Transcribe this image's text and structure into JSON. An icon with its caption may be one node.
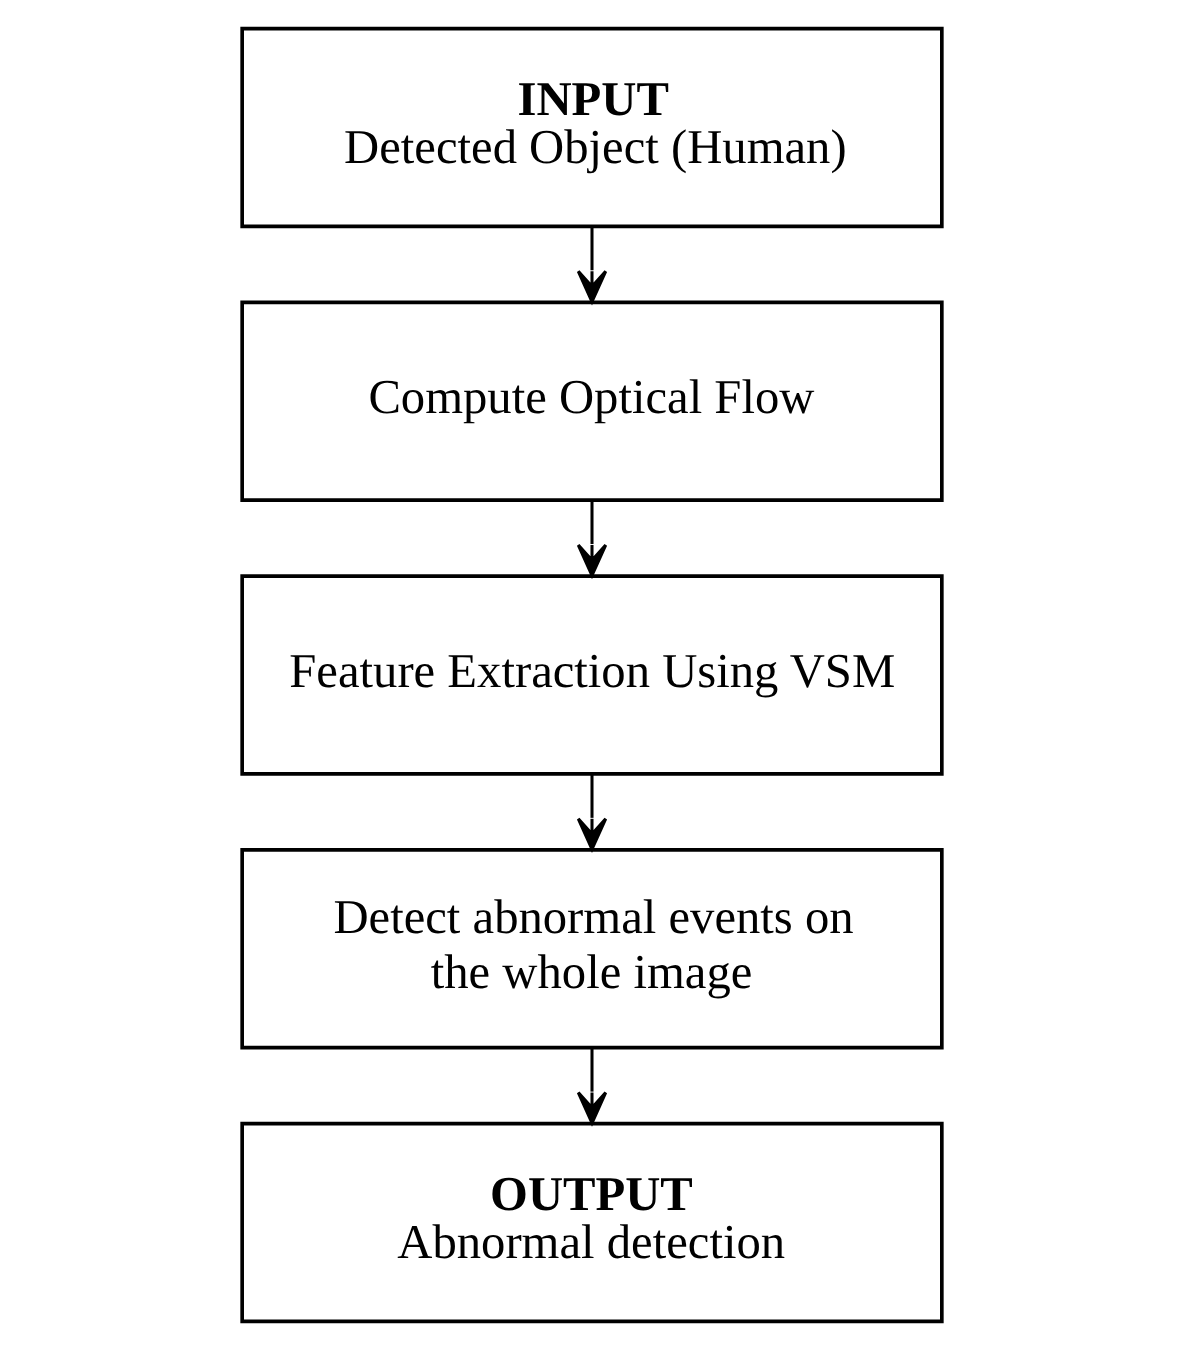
{
  "diagram": {
    "nodes": [
      {
        "text": [
          "INPUT",
          "Detected Object (Human)"
        ]
      },
      {
        "text": [
          "Compute Optical Flow"
        ]
      },
      {
        "text": [
          "Feature Extraction Using VSM"
        ]
      },
      {
        "text": [
          "Detect abnormal events on the whole image"
        ]
      },
      {
        "text": [
          "OUTPUT",
          "Abnormal detection"
        ]
      }
    ],
    "edges": [
      {
        "from": 0,
        "to": 1,
        "arrow": "to"
      },
      {
        "from": 1,
        "to": 2,
        "arrow": "to"
      },
      {
        "from": 2,
        "to": 3,
        "arrow": "to"
      },
      {
        "from": 3,
        "to": 4,
        "arrow": "to"
      }
    ]
  }
}
